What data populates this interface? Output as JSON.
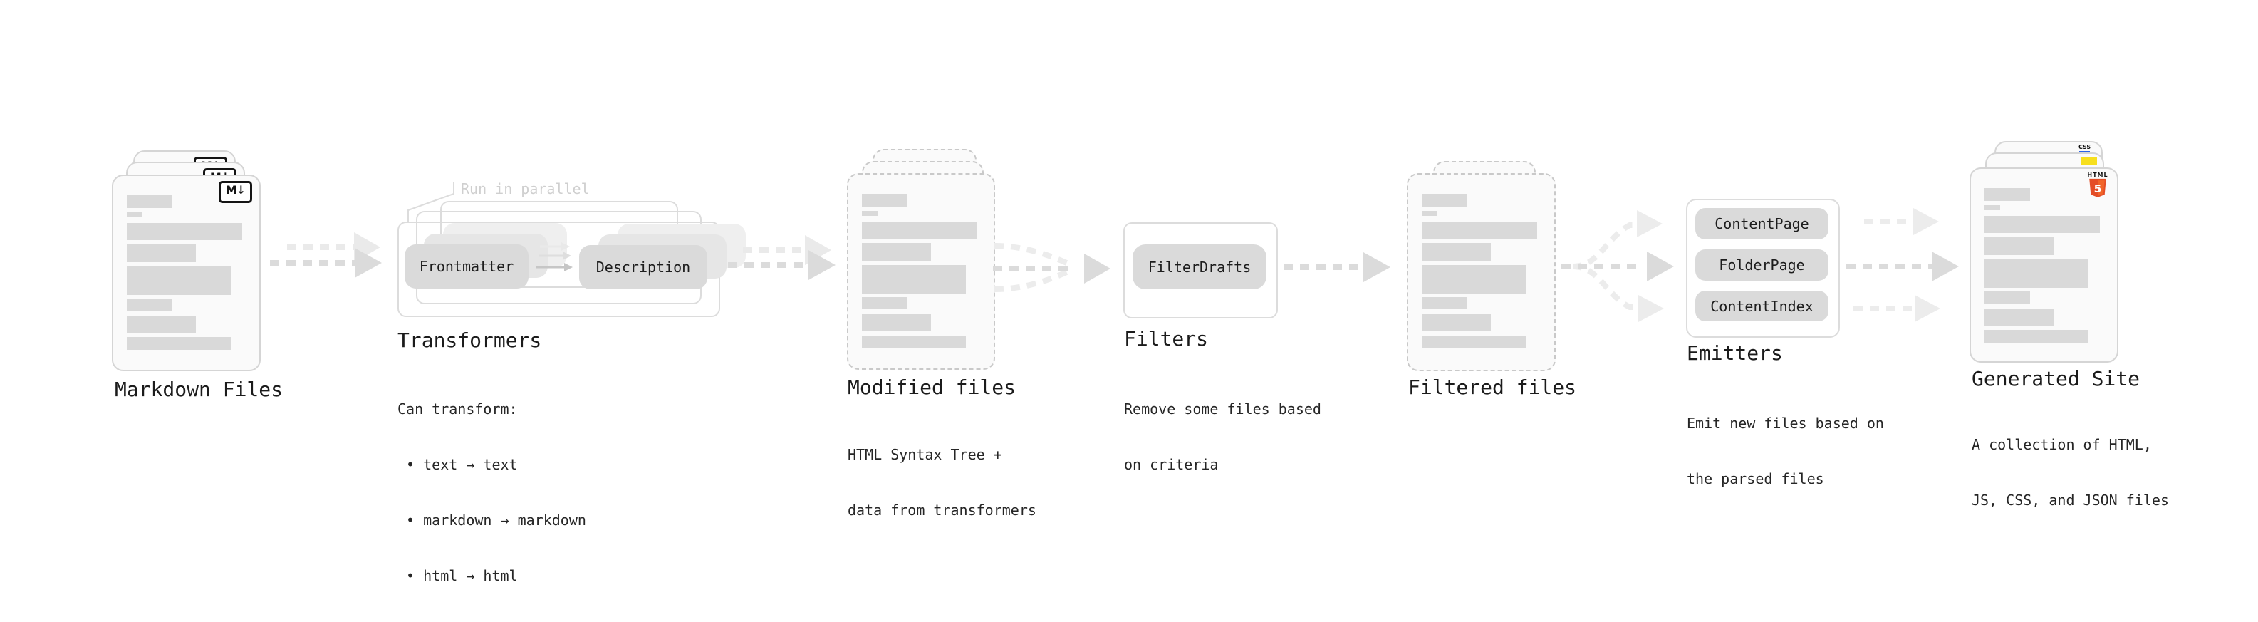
{
  "diagram": {
    "markdown": {
      "title": "Markdown Files",
      "badge": "M↓"
    },
    "transformers": {
      "title": "Transformers",
      "note": "Run in parallel",
      "input_pill": "Frontmatter",
      "output_pill": "Description",
      "desc_lines": [
        "Can transform:",
        " • text → text",
        " • markdown → markdown",
        " • html → html"
      ]
    },
    "modified": {
      "title": "Modified files",
      "desc_lines": [
        "HTML Syntax Tree +",
        "data from transformers"
      ]
    },
    "filters": {
      "title": "Filters",
      "pill": "FilterDrafts",
      "desc_lines": [
        "Remove some files based",
        "on criteria"
      ]
    },
    "filtered": {
      "title": "Filtered files"
    },
    "emitters": {
      "title": "Emitters",
      "pills": [
        "ContentPage",
        "FolderPage",
        "ContentIndex"
      ],
      "desc_lines": [
        "Emit new files based on",
        "the parsed files"
      ]
    },
    "generated": {
      "title": "Generated Site",
      "desc_lines": [
        "A collection of HTML,",
        "JS, CSS, and JSON files"
      ],
      "badges": {
        "css": "CSS",
        "html_word": "HTML",
        "html_five": "5"
      }
    }
  },
  "colors": {
    "html5_orange": "#e44d26",
    "html5_orange_light": "#f16529",
    "js_yellow": "#f7df1e",
    "css_blue": "#2b63e8",
    "arrow_dark": "#dbdbdb",
    "arrow_light": "#ececec"
  }
}
